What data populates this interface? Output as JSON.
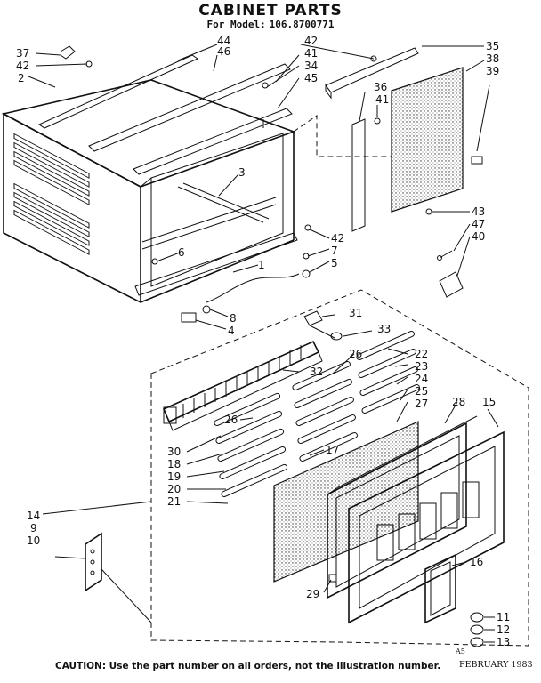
{
  "header": {
    "title": "CABINET PARTS",
    "model_prefix": "For Model:",
    "model_number": "106.8700771"
  },
  "callouts": {
    "c37": "37",
    "c42a": "42",
    "c2": "2",
    "c44": "44",
    "c46": "46",
    "c42b": "42",
    "c41a": "41",
    "c34": "34",
    "c45": "45",
    "c35": "35",
    "c38": "38",
    "c39": "39",
    "c36": "36",
    "c41b": "41",
    "c3": "3",
    "c6": "6",
    "c1": "1",
    "c42c": "42",
    "c7": "7",
    "c5": "5",
    "c43": "43",
    "c47": "47",
    "c40": "40",
    "c8": "8",
    "c4": "4",
    "c31": "31",
    "c33": "33",
    "c22": "22",
    "c23": "23",
    "c24": "24",
    "c25": "25",
    "c27": "27",
    "c26a": "26",
    "c32": "32",
    "c26b": "26",
    "c28": "28",
    "c15": "15",
    "c30": "30",
    "c18": "18",
    "c19": "19",
    "c20": "20",
    "c21": "21",
    "c17": "17",
    "c14": "14",
    "c9": "9",
    "c10": "10",
    "c16": "16",
    "c29": "29",
    "c11": "11",
    "c12": "12",
    "c13": "13"
  },
  "footer": {
    "caution": "CAUTION: Use the part number on all orders, not the illustration number.",
    "code": "A5",
    "date": "FEBRUARY 1983"
  }
}
